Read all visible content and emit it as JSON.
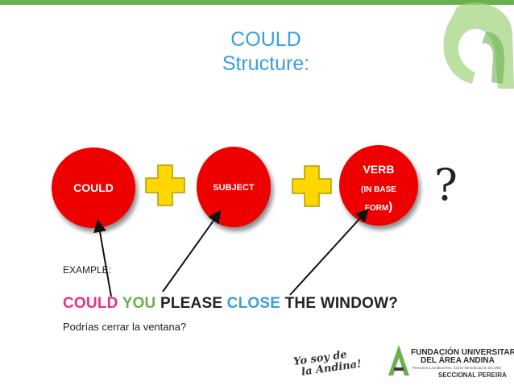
{
  "title": {
    "line1": "COULD",
    "line2": "Structure:"
  },
  "structure": {
    "could": "COULD",
    "subject": "SUBJECT",
    "verb_line1": "VERB",
    "verb_line2": "(IN BASE",
    "verb_line3": "FORM",
    "verb_paren": ")",
    "question_mark": "?"
  },
  "example": {
    "label": "EXAMPLE:",
    "words": {
      "could": "COULD",
      "you": "YOU",
      "please": "PLEASE",
      "close": "CLOSE",
      "window": "THE WINDOW?"
    },
    "translation": "Podrías cerrar la ventana?"
  },
  "branding": {
    "slogan_line1": "Yo soy de",
    "slogan_line2": "la Andina!",
    "org_line1": "FUNDACIÓN UNIVERSITARIA",
    "org_line2": "DEL ÁREA ANDINA",
    "org_small": "Personería Jurídica Res. 22215 Mineducación Dic.9/83",
    "org_branch": "SECCIONAL PEREIRA"
  },
  "colors": {
    "circle": "#ee0000",
    "plus": "#ffd700",
    "title": "#3a9fe0",
    "could_word": "#e8308c",
    "you_word": "#6ab04c",
    "close_word": "#3a9fe0",
    "brand_green": "#6ab04c"
  }
}
